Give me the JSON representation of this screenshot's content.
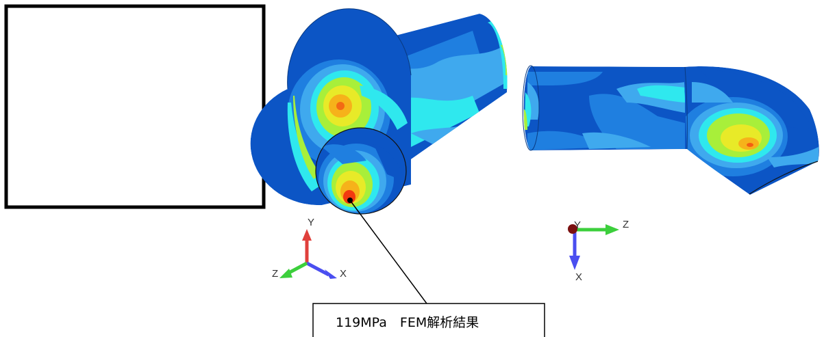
{
  "callout": {
    "text": "119MPa　FEM解析結果"
  },
  "triad_left": {
    "labels": {
      "y": "Y",
      "x": "X",
      "z": "Z"
    },
    "colors": {
      "y": "#e0403c",
      "x": "#4a4ef0",
      "z": "#3ccf3c"
    }
  },
  "triad_right": {
    "labels": {
      "y": "Y",
      "x": "X",
      "z": "Z"
    },
    "colors": {
      "y": "#7a1010",
      "x": "#4a4ef0",
      "z": "#3ccf3c"
    }
  },
  "contour_colors": {
    "darkblue": "#0c55c5",
    "midblue": "#1f7fe0",
    "lightblue": "#3fa9ee",
    "cyan": "#2fe8ee",
    "green": "#a8ef3a",
    "yellow": "#e8ea28",
    "orange": "#f6b21a",
    "red": "#f23a10"
  }
}
